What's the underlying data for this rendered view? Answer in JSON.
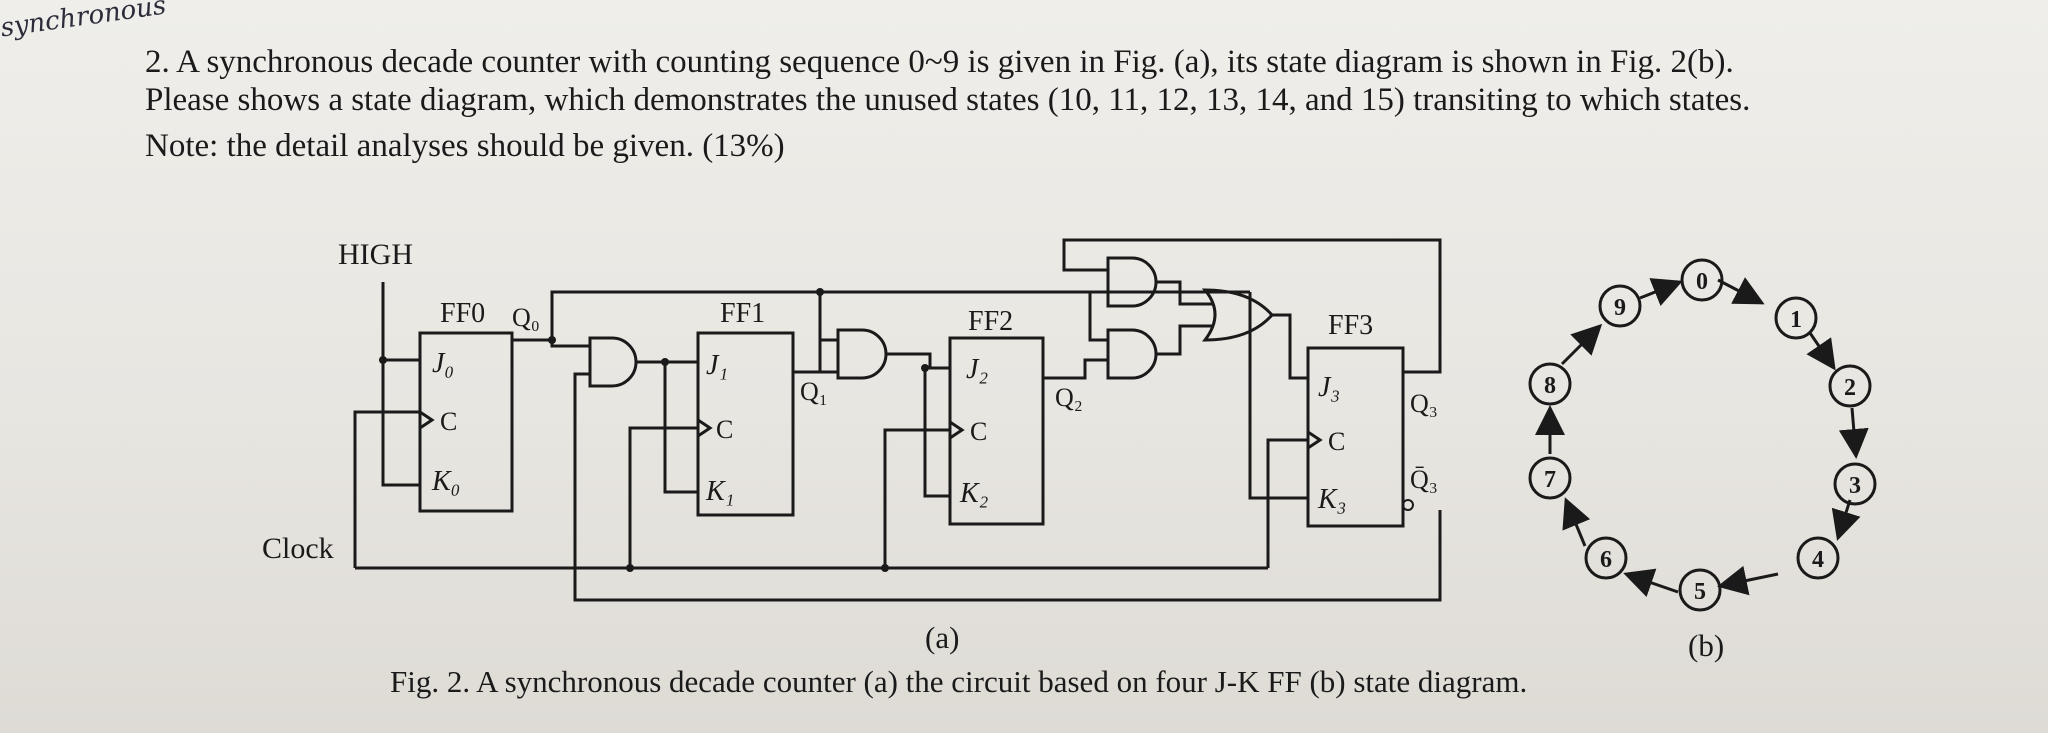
{
  "handwritten_note": "synchronous",
  "question": {
    "line1": "2. A synchronous decade counter with counting sequence 0~9 is given in Fig. (a), its state diagram is shown in Fig. 2(b).",
    "line2": "Please shows a state diagram, which demonstrates the unused states (10, 11, 12, 13, 14, and 15) transiting to which states.",
    "line3": "Note: the detail analyses should be given. (13%)"
  },
  "circuit": {
    "high": "HIGH",
    "clock": "Clock",
    "ff0": {
      "name": "FF0",
      "j": "J₀",
      "c": "C",
      "k": "K₀",
      "q": "Q₀"
    },
    "ff1": {
      "name": "FF1",
      "j": "J₁",
      "c": "C",
      "k": "K₁",
      "q": "Q₁"
    },
    "ff2": {
      "name": "FF2",
      "j": "J₂",
      "c": "C",
      "k": "K₂",
      "q": "Q₂"
    },
    "ff3": {
      "name": "FF3",
      "j": "J₃",
      "c": "C",
      "k": "K₃",
      "q": "Q₃",
      "qbar": "Q̄₃"
    }
  },
  "state_diagram": {
    "states": [
      "0",
      "1",
      "2",
      "3",
      "4",
      "5",
      "6",
      "7",
      "8",
      "9"
    ]
  },
  "fig_labels": {
    "a": "(a)",
    "b": "(b)",
    "caption": "Fig. 2. A synchronous decade counter (a) the circuit based on four J-K FF (b) state diagram."
  }
}
